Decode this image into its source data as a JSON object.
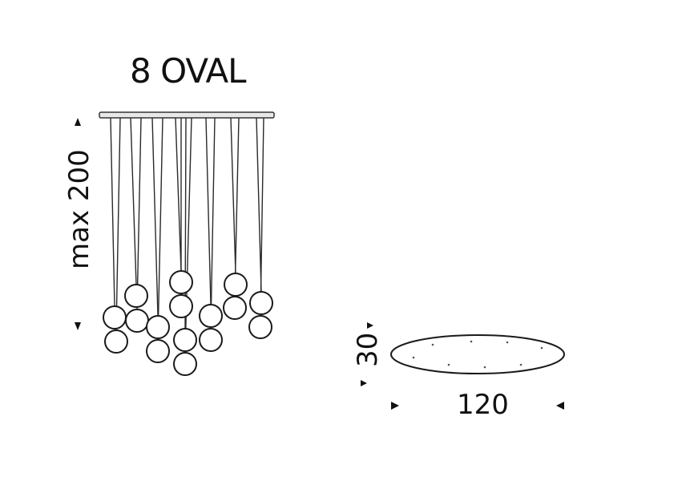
{
  "title": "8 OVAL",
  "dimensions": {
    "height_label": "max 200",
    "width_label": "120",
    "depth_label": "30"
  },
  "colors": {
    "line": "#1a1a1a",
    "background": "#ffffff"
  }
}
